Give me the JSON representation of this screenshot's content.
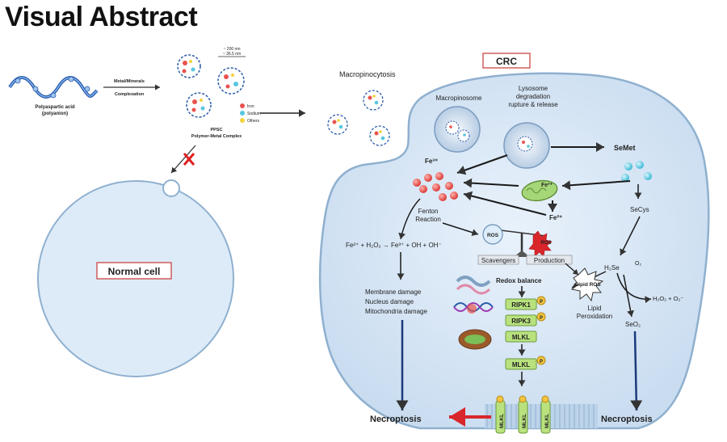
{
  "title": "Visual Abstract",
  "labels": {
    "polymer": "Polyaspartic acid",
    "polymer_sub": "(polyanion)",
    "complexation_1": "Metal/Minerals",
    "complexation_2": "Complexation",
    "size_1": "~ 200 nm",
    "size_2": "~ 36.5 nm",
    "legend_iron": "Iron",
    "legend_sodium": "Sodium",
    "legend_others": "Others",
    "ppsc": "PPSC",
    "ppsc_sub": "Polymer-Metal Complex",
    "macropinocytosis": "Macropinocytosis",
    "normal_cell": "Normal cell",
    "crc": "CRC",
    "macropinosome": "Macropinosome",
    "lysosome_1": "Lysosome",
    "lysosome_2": "degradation",
    "lysosome_3": "rupture & release",
    "semet": "SeMet",
    "fe3_top": "Fe³⁺",
    "fe3_mito": "Fe³⁺",
    "fe2": "Fe²⁺",
    "fenton_1": "Fenton",
    "fenton_2": "Reaction",
    "equation": "Fe²⁺ + H₂O₂ → Fe³⁺ + OH + OH⁻",
    "ros": "ROS",
    "ros2": "ROS",
    "scavengers": "Scavengers",
    "production": "Production",
    "secys": "SeCys",
    "h2se": "H₂Se",
    "o2": "O₂",
    "h2o2_o2": "H₂O₂ + O₂⁻",
    "seo2": "SeO₂",
    "membrane": "Membrane damage",
    "nucleus": "Nucleus damage",
    "mito": "Mitochondria damage",
    "redox": "Redox balance",
    "ripk1": "RIPK1",
    "ripk3": "RIPK3",
    "mlkl1": "MLKL",
    "mlkl2": "MLKL",
    "p": "P",
    "lipid_ros": "Lipid ROS",
    "lipid_1": "Lipid",
    "lipid_2": "Peroxidation",
    "mlkl_mem_1": "MLKL",
    "mlkl_mem_2": "MLKL",
    "mlkl_mem_3": "MLKL",
    "necroptosis_left": "Necroptosis",
    "necroptosis_right": "Necroptosis"
  },
  "colors": {
    "cell_fill": "#dbe9f7",
    "cell_stroke": "#8fb0cf",
    "iron": "#e8524f",
    "sodium": "#58c7e0",
    "others": "#f2d33c",
    "necroptosis": "#d9262b",
    "green_box": "#b9e27f",
    "phospho": "#f4c542"
  }
}
